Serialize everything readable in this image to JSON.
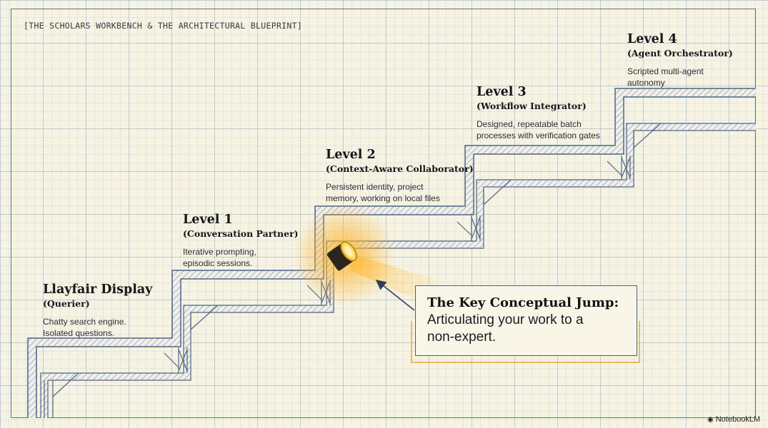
{
  "header": "[THE SCHOLARS WORKBENCH & THE ARCHITECTURAL BLUEPRINT]",
  "levels": [
    {
      "title": "Llayfair Display",
      "subtitle": "(Querier)",
      "desc1": "Chatty search engine.",
      "desc2": "Isolated questions."
    },
    {
      "title": "Level 1",
      "subtitle": "(Conversation Partner)",
      "desc1": "Iterative prompting,",
      "desc2": "episodic sessions."
    },
    {
      "title": "Level 2",
      "subtitle": "(Context-Aware Collaborator)",
      "desc1": "Persistent identity, project",
      "desc2": "memory, working on local files"
    },
    {
      "title": "Level 3",
      "subtitle": "(Workflow Integrator)",
      "desc1": "Designed, repeatable batch",
      "desc2": "processes with verification gates"
    },
    {
      "title": "Level 4",
      "subtitle": "(Agent Orchestrator)",
      "desc1": "Scripted multi-agent",
      "desc2": "autonomy"
    }
  ],
  "callout": {
    "title": "The Key Conceptual Jump:",
    "line1": "Articulating your work to a",
    "line2": "non-expert."
  },
  "brand": {
    "icon": "notebooklm-logo-icon",
    "label": "NotebookLM"
  },
  "colors": {
    "line": "#4f6686",
    "hatch": "#8fa3c4",
    "glow": "#ffb020",
    "lamp": "#2a2520",
    "paper": "#f7f3e3"
  }
}
